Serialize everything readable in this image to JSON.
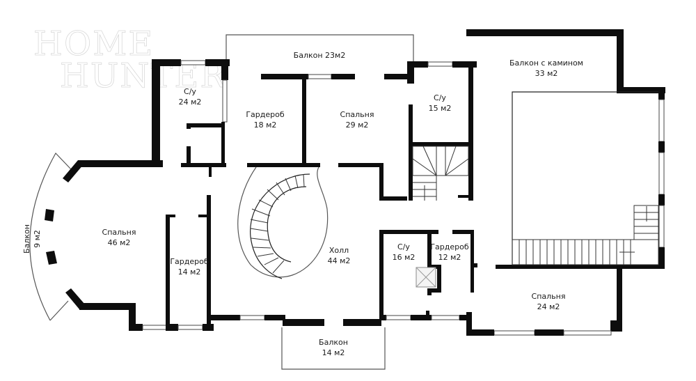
{
  "watermark": {
    "line1": "HOME",
    "line2": "HUNTER"
  },
  "rooms": {
    "balcony_top": {
      "name": "Балкон 23м2",
      "area": ""
    },
    "wc_24": {
      "name": "С/у",
      "area": "24 м2"
    },
    "wardrobe_18": {
      "name": "Гардероб",
      "area": "18 м2"
    },
    "bedroom_29": {
      "name": "Спальня",
      "area": "29 м2"
    },
    "wc_15": {
      "name": "С/у",
      "area": "15 м2"
    },
    "balcony_fireplace": {
      "name": "Балкон с камином",
      "area": "33 м2"
    },
    "balcony_9": {
      "name": "Балкон",
      "area": "9 м2"
    },
    "bedroom_46": {
      "name": "Спальня",
      "area": "46 м2"
    },
    "wardrobe_14": {
      "name": "Гардероб",
      "area": "14 м2"
    },
    "hall_44": {
      "name": "Холл",
      "area": "44 м2"
    },
    "wc_16": {
      "name": "С/у",
      "area": "16 м2"
    },
    "wardrobe_12": {
      "name": "Гардероб",
      "area": "12 м2"
    },
    "bedroom_24": {
      "name": "Спальня",
      "area": "24 м2"
    },
    "balcony_14": {
      "name": "Балкон",
      "area": "14 м2"
    }
  },
  "colors": {
    "wall": "#0d0d0d",
    "background": "#ffffff",
    "watermark": "#d9d9d9"
  }
}
